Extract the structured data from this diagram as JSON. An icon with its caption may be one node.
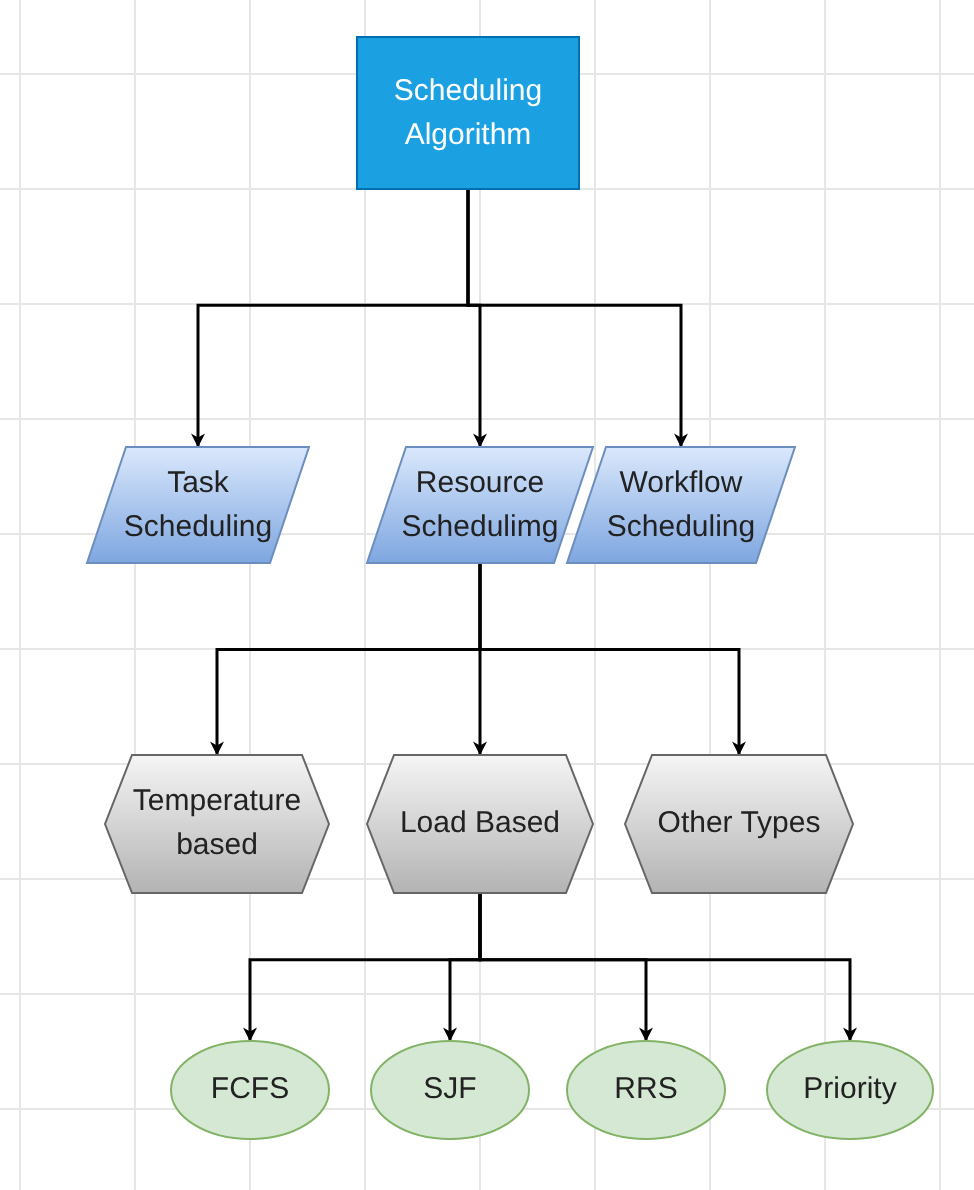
{
  "diagram": {
    "nodes": [
      {
        "text": [
          "Scheduling Algorithm"
        ]
      },
      {
        "text": [
          "Task Scheduling"
        ]
      },
      {
        "text": [
          "Resource Schedulimg"
        ]
      },
      {
        "text": [
          "Workflow Scheduling"
        ]
      },
      {
        "text": [
          "Temperature based"
        ]
      },
      {
        "text": [
          "Load Based"
        ]
      },
      {
        "text": [
          "Other Types"
        ]
      },
      {
        "text": [
          "FCFS"
        ]
      },
      {
        "text": [
          "SJF"
        ]
      },
      {
        "text": [
          "RRS"
        ]
      },
      {
        "text": [
          "Priority"
        ]
      }
    ],
    "edges": [
      {
        "from": 0,
        "to": 1,
        "arrow": "to"
      },
      {
        "from": 0,
        "to": 2,
        "arrow": "to"
      },
      {
        "from": 0,
        "to": 3,
        "arrow": "to"
      },
      {
        "from": 2,
        "to": 4,
        "arrow": "to"
      },
      {
        "from": 2,
        "to": 5,
        "arrow": "to"
      },
      {
        "from": 2,
        "to": 6,
        "arrow": "to"
      },
      {
        "from": 5,
        "to": 7,
        "arrow": "to"
      },
      {
        "from": 5,
        "to": 8,
        "arrow": "to"
      },
      {
        "from": 5,
        "to": 9,
        "arrow": "to"
      },
      {
        "from": 5,
        "to": 10,
        "arrow": "to"
      }
    ]
  }
}
